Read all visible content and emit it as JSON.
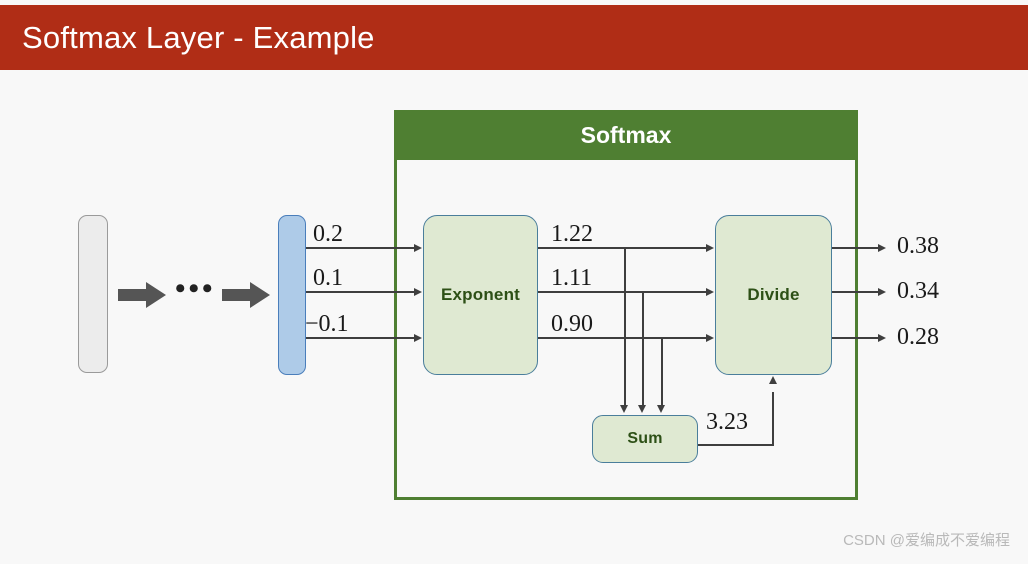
{
  "slide": {
    "title": "Softmax Layer - Example",
    "background_color": "#f8f8f8",
    "title_bar_color": "#b02d16"
  },
  "softmax_block": {
    "header_label": "Softmax",
    "header_color": "#4f7f32",
    "border_color": "#4f7f32"
  },
  "stages": {
    "exponent_label": "Exponent",
    "divide_label": "Divide",
    "sum_label": "Sum",
    "box_fill": "#dfe9d2",
    "box_border": "#4a7e9b",
    "label_color": "#2d5016"
  },
  "bars": {
    "input_bar_color": "#ececec",
    "logits_bar_color": "#aecbe8"
  },
  "ellipsis": "•••",
  "chart_data": {
    "type": "diagram",
    "title": "Softmax Layer - Example",
    "logits": [
      "0.2",
      "0.1",
      "−0.1"
    ],
    "exponentials": [
      "1.22",
      "1.11",
      "0.90"
    ],
    "sum": "3.23",
    "outputs": [
      "0.38",
      "0.34",
      "0.28"
    ],
    "stages": [
      "Exponent",
      "Sum",
      "Divide"
    ]
  },
  "watermark": "CSDN @爱编成不爱编程"
}
